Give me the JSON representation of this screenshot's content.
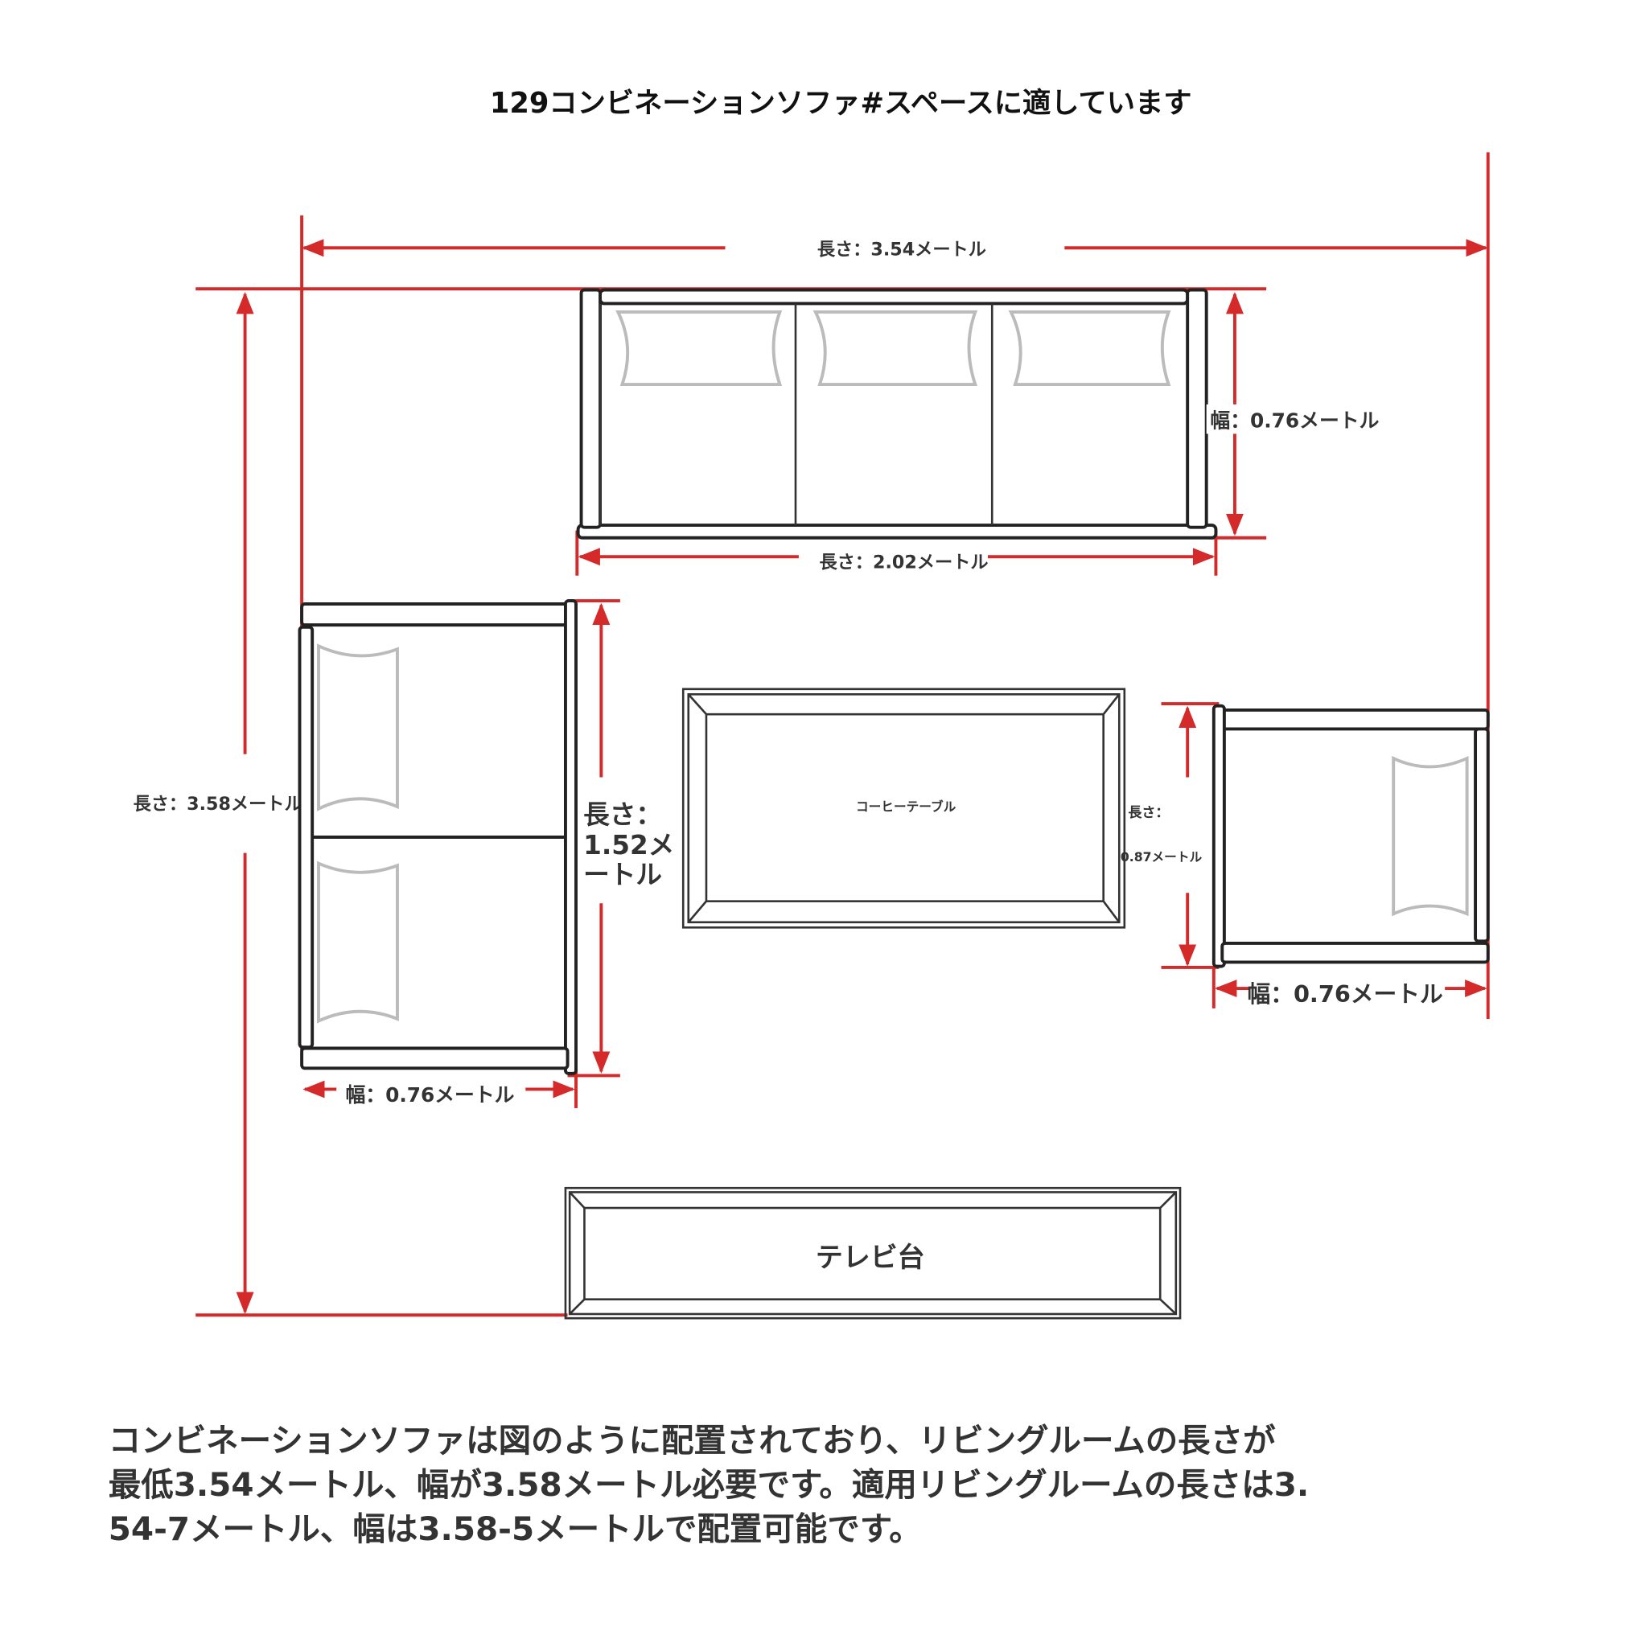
{
  "title": "129コンビネーションソファ#スペースに適しています",
  "dimensions": {
    "total_length": "長さ：3.54メートル",
    "total_width": "長さ：3.58メートル",
    "top_sofa_width": "幅：0.76メートル",
    "top_sofa_length": "長さ：2.02メートル",
    "left_sofa_length_l1": "長さ：",
    "left_sofa_length_l2": "1.52メ",
    "left_sofa_length_l3": "ートル",
    "left_sofa_width": "幅：0.76メートル",
    "chair_length_l1": "長さ：",
    "chair_length_l2": "0.87メートル",
    "chair_width": "幅：0.76メートル"
  },
  "furniture": {
    "coffee_table": "コーヒーテーブル",
    "tv_stand": "テレビ台"
  },
  "description": [
    "コンビネーションソファは図のように配置されており、リビングルームの長さが",
    "最低3.54メートル、幅が3.58メートル必要です。適用リビングルームの長さは3.",
    "54-7メートル、幅は3.58-5メートルで配置可能です。"
  ],
  "colors": {
    "dimension_line": "#d42a2a",
    "outline": "#222222"
  }
}
